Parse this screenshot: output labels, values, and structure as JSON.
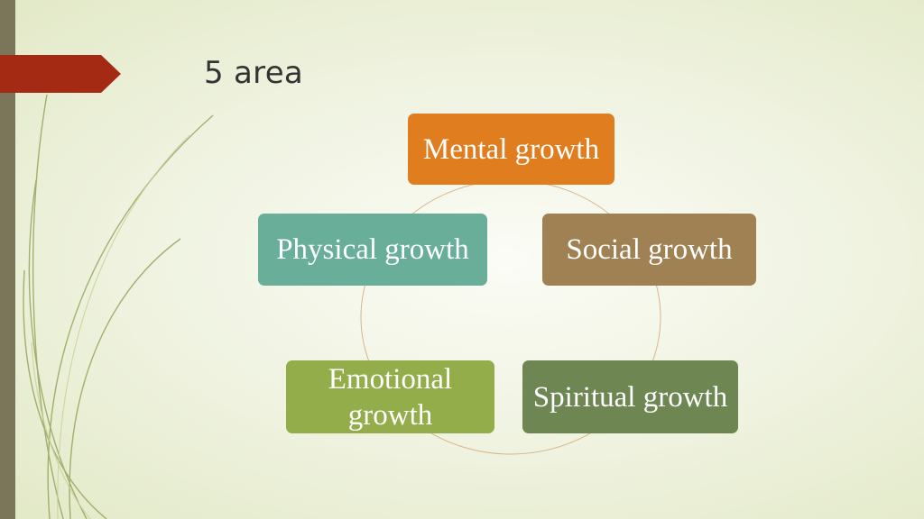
{
  "slide": {
    "title": "5 area",
    "accent_color": "#a52a13",
    "bar_color": "#7b7659"
  },
  "cycle": {
    "nodes": [
      {
        "id": "mental",
        "label": "Mental growth",
        "color": "#e07e1f"
      },
      {
        "id": "social",
        "label": "Social growth",
        "color": "#9f8153"
      },
      {
        "id": "spiritual",
        "label": "Spiritual growth",
        "color": "#6e8652"
      },
      {
        "id": "emotional",
        "label": "Emotional growth",
        "color": "#93ad4b"
      },
      {
        "id": "physical",
        "label": "Physical growth",
        "color": "#68ae98"
      }
    ]
  }
}
